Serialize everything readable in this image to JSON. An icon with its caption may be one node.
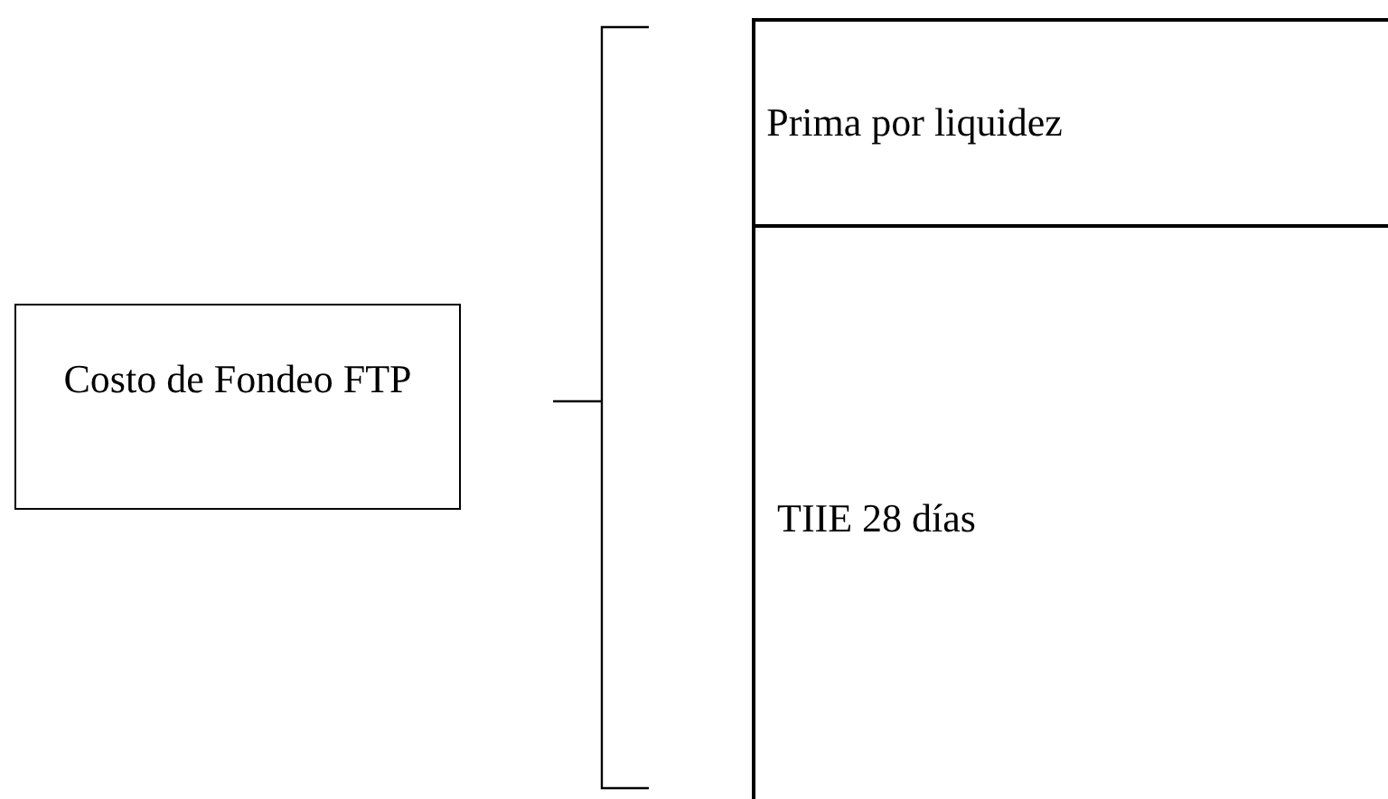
{
  "diagram": {
    "nodes": [
      {
        "text": [
          "Costo de Fondeo FTP"
        ]
      },
      {
        "text": [
          "Prima por liquidez"
        ]
      },
      {
        "text": [
          "TIIE 28 días"
        ]
      }
    ]
  }
}
